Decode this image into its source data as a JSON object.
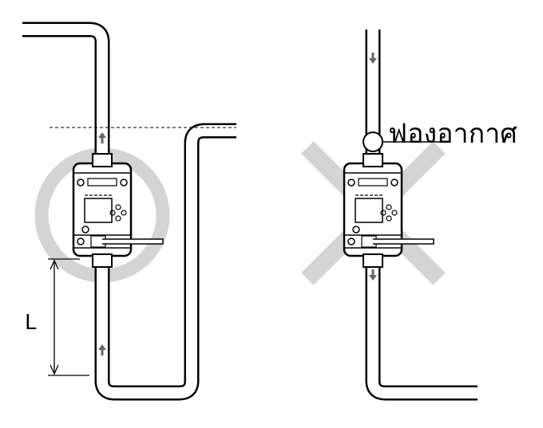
{
  "labels": {
    "length": "L",
    "air_bubble": "ฟองอากาศ"
  },
  "panels": [
    {
      "name": "correct-installation",
      "marker": "circle"
    },
    {
      "name": "incorrect-installation",
      "marker": "cross"
    }
  ],
  "colors": {
    "marker_gray": "#d4d4d4",
    "line": "#1a1a1a",
    "arrow": "#666666"
  }
}
